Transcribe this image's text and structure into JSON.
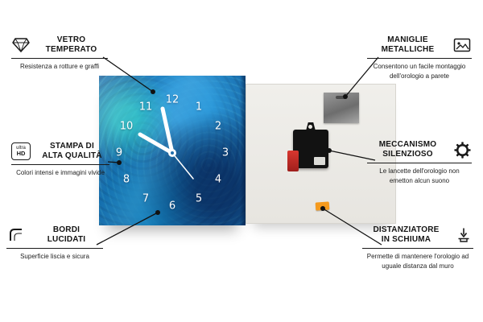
{
  "callouts": [
    {
      "title_line1": "VETRO",
      "title_line2": "TEMPERATO",
      "subtitle": "Resistenza a rotture e graffi",
      "icon": "diamond-icon"
    },
    {
      "title_line1": "STAMPA DI",
      "title_line2": "ALTA QUALITÀ",
      "subtitle": "Colori intensi e immagini vivide",
      "icon": "ultra-hd-icon"
    },
    {
      "title_line1": "BORDI",
      "title_line2": "LUCIDATI",
      "subtitle": "Superficie liscia e sicura",
      "icon": "polished-edge-icon"
    },
    {
      "title_line1": "MANIGLIE",
      "title_line2": "METALLICHE",
      "subtitle": "Consentono un facile montaggio dell'orologio a parete",
      "icon": "picture-frame-icon"
    },
    {
      "title_line1": "MECCANISMO",
      "title_line2": "SILENZIOSO",
      "subtitle": "Le lancette dell'orologio non emetton alcun suono",
      "icon": "gear-icon"
    },
    {
      "title_line1": "DISTANZIATORE",
      "title_line2": "IN SCHIUMA",
      "subtitle": "Permette di mantenere l'orologio ad uguale distanza dal muro",
      "icon": "wall-spacer-icon"
    }
  ],
  "ultra_hd": {
    "line1": "ultra",
    "line2": "HD"
  },
  "clock_numbers": [
    "1",
    "2",
    "3",
    "4",
    "5",
    "6",
    "7",
    "8",
    "9",
    "10",
    "11",
    "12"
  ],
  "colors": {
    "clock_blue": "#1668a8",
    "teal_accent": "#39d4cf",
    "foam_orange": "#f59a1d",
    "line_black": "#111111"
  }
}
